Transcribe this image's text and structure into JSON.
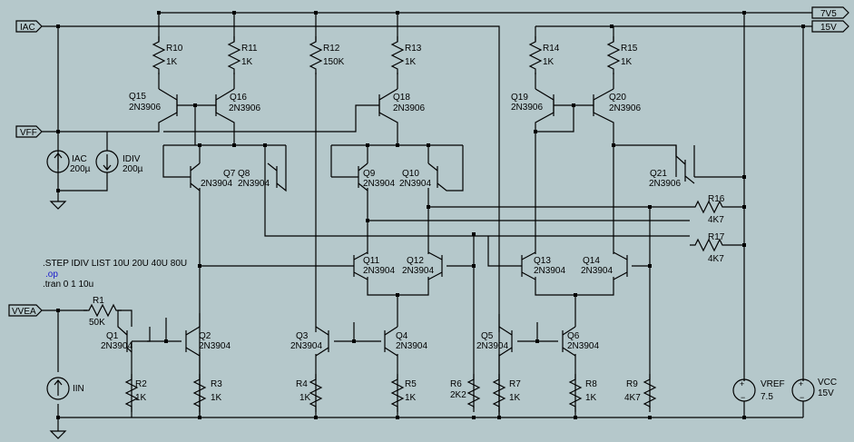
{
  "ports": {
    "iac": "IAC",
    "vff": "VFF",
    "vvea": "VVEA",
    "v7v5": "7V5",
    "v15": "15V"
  },
  "resistors": [
    {
      "ref": "R10",
      "val": "1K"
    },
    {
      "ref": "R11",
      "val": "1K"
    },
    {
      "ref": "R12",
      "val": "150K"
    },
    {
      "ref": "R13",
      "val": "1K"
    },
    {
      "ref": "R14",
      "val": "1K"
    },
    {
      "ref": "R15",
      "val": "1K"
    },
    {
      "ref": "R16",
      "val": "4K7"
    },
    {
      "ref": "R17",
      "val": "4K7"
    },
    {
      "ref": "R1",
      "val": "50K"
    },
    {
      "ref": "R2",
      "val": "1K"
    },
    {
      "ref": "R3",
      "val": "1K"
    },
    {
      "ref": "R4",
      "val": "1K"
    },
    {
      "ref": "R5",
      "val": "1K"
    },
    {
      "ref": "R6",
      "val": "2K2"
    },
    {
      "ref": "R7",
      "val": "1K"
    },
    {
      "ref": "R8",
      "val": "1K"
    },
    {
      "ref": "R9",
      "val": "4K7"
    }
  ],
  "transistors": [
    {
      "ref": "Q15",
      "model": "2N3906"
    },
    {
      "ref": "Q16",
      "model": "2N3906"
    },
    {
      "ref": "Q18",
      "model": "2N3906"
    },
    {
      "ref": "Q19",
      "model": "2N3906"
    },
    {
      "ref": "Q20",
      "model": "2N3906"
    },
    {
      "ref": "Q7",
      "model": "2N3904"
    },
    {
      "ref": "Q8",
      "model": "2N3904"
    },
    {
      "ref": "Q9",
      "model": "2N3904"
    },
    {
      "ref": "Q10",
      "model": "2N3904"
    },
    {
      "ref": "Q21",
      "model": "2N3906"
    },
    {
      "ref": "Q11",
      "model": "2N3904"
    },
    {
      "ref": "Q12",
      "model": "2N3904"
    },
    {
      "ref": "Q13",
      "model": "2N3904"
    },
    {
      "ref": "Q14",
      "model": "2N3904"
    },
    {
      "ref": "Q1",
      "model": "2N3904"
    },
    {
      "ref": "Q2",
      "model": "2N3904"
    },
    {
      "ref": "Q3",
      "model": "2N3904"
    },
    {
      "ref": "Q4",
      "model": "2N3904"
    },
    {
      "ref": "Q5",
      "model": "2N3904"
    },
    {
      "ref": "Q6",
      "model": "2N3904"
    }
  ],
  "sources": [
    {
      "ref": "IAC",
      "val": "200µ"
    },
    {
      "ref": "IDIV",
      "val": "200µ"
    },
    {
      "ref": "IIN",
      "val": ""
    },
    {
      "ref": "VREF",
      "val": "7.5"
    },
    {
      "ref": "VCC",
      "val": "15V"
    }
  ],
  "directives": {
    "step": ".STEP IDIV LIST 10U 20U 40U 80U",
    "op": ".op",
    "tran": ".tran 0 1 10u"
  },
  "colors": {
    "background": "#b5c8cb",
    "wire": "#000000",
    "op_directive": "#1a1acc"
  }
}
